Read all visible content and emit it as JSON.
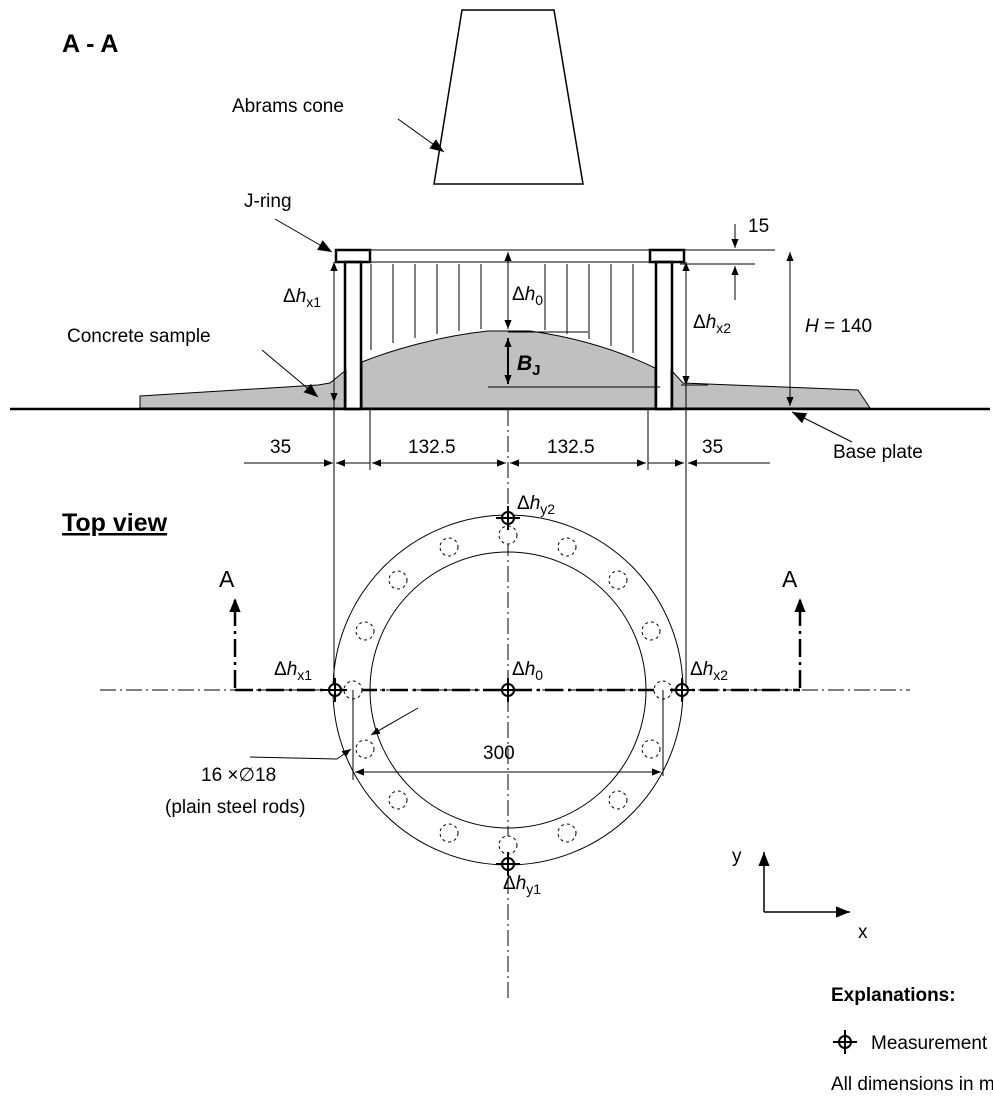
{
  "section_title": "A - A",
  "top_view_title": "Top view",
  "section_marker_left": "A",
  "section_marker_right": "A",
  "labels": {
    "abrams_cone": "Abrams cone",
    "j_ring": "J-ring",
    "concrete_sample": "Concrete sample",
    "base_plate": "Base plate",
    "rods_count": "16 ×∅18",
    "rods_desc": "(plain steel rods)"
  },
  "symbols": {
    "delta": "Δ",
    "h": "h",
    "x1": "x1",
    "x2": "x2",
    "y1": "y1",
    "y2": "y2",
    "zero": "0",
    "b": "B",
    "j": "J",
    "H": "H",
    "H_value": " = 140"
  },
  "dimensions": {
    "d15": "15",
    "d35_left": "35",
    "d1325_left": "132.5",
    "d1325_right": "132.5",
    "d35_right": "35",
    "d300": "300"
  },
  "axes": {
    "y": "y",
    "x": "x"
  },
  "legend": {
    "title": "Explanations:",
    "measurement": "Measurement position",
    "units": "All dimensions in mm"
  }
}
